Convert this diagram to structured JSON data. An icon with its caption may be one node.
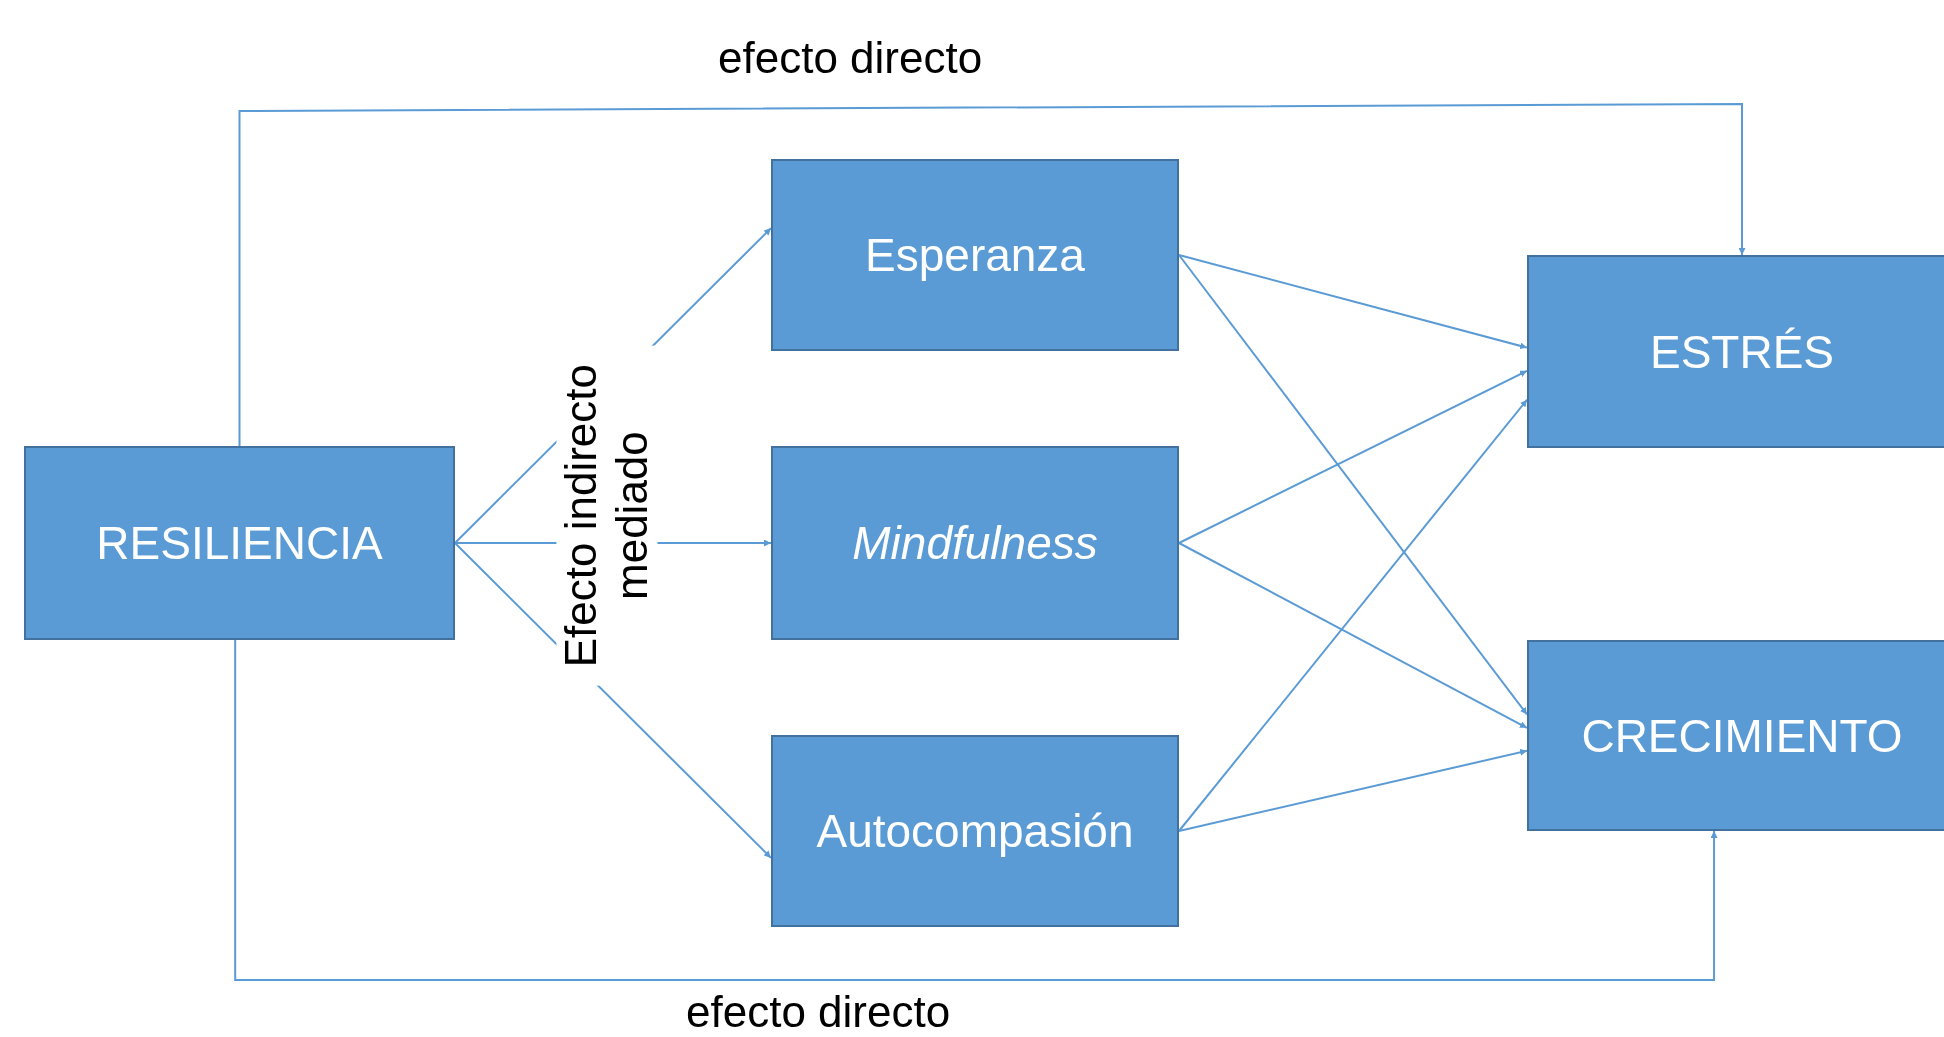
{
  "diagram": {
    "nodes": [
      {
        "text": [
          "RESILIENCIA"
        ]
      },
      {
        "text": [
          "Esperanza"
        ]
      },
      {
        "text": [
          "Mindfulness"
        ]
      },
      {
        "text": [
          "Autocompasión"
        ]
      },
      {
        "text": [
          "ESTRÉS"
        ]
      },
      {
        "text": [
          "CRECIMIENTO"
        ]
      }
    ],
    "edges": [
      {
        "from": 0,
        "to": 4,
        "arrow": "to",
        "label": "efecto directo"
      },
      {
        "from": 0,
        "to": 5,
        "arrow": "to",
        "label": "efecto directo"
      },
      {
        "from": 0,
        "to": 1,
        "arrow": "to"
      },
      {
        "from": 0,
        "to": 2,
        "arrow": "to"
      },
      {
        "from": 0,
        "to": 3,
        "arrow": "to"
      },
      {
        "from": 1,
        "to": 4,
        "arrow": "to"
      },
      {
        "from": 1,
        "to": 5,
        "arrow": "to"
      },
      {
        "from": 2,
        "to": 4,
        "arrow": "to"
      },
      {
        "from": 2,
        "to": 5,
        "arrow": "to"
      },
      {
        "from": 3,
        "to": 4,
        "arrow": "to"
      },
      {
        "from": 3,
        "to": 5,
        "arrow": "to"
      }
    ],
    "labels": [
      "Efecto indirecto mediado"
    ]
  }
}
